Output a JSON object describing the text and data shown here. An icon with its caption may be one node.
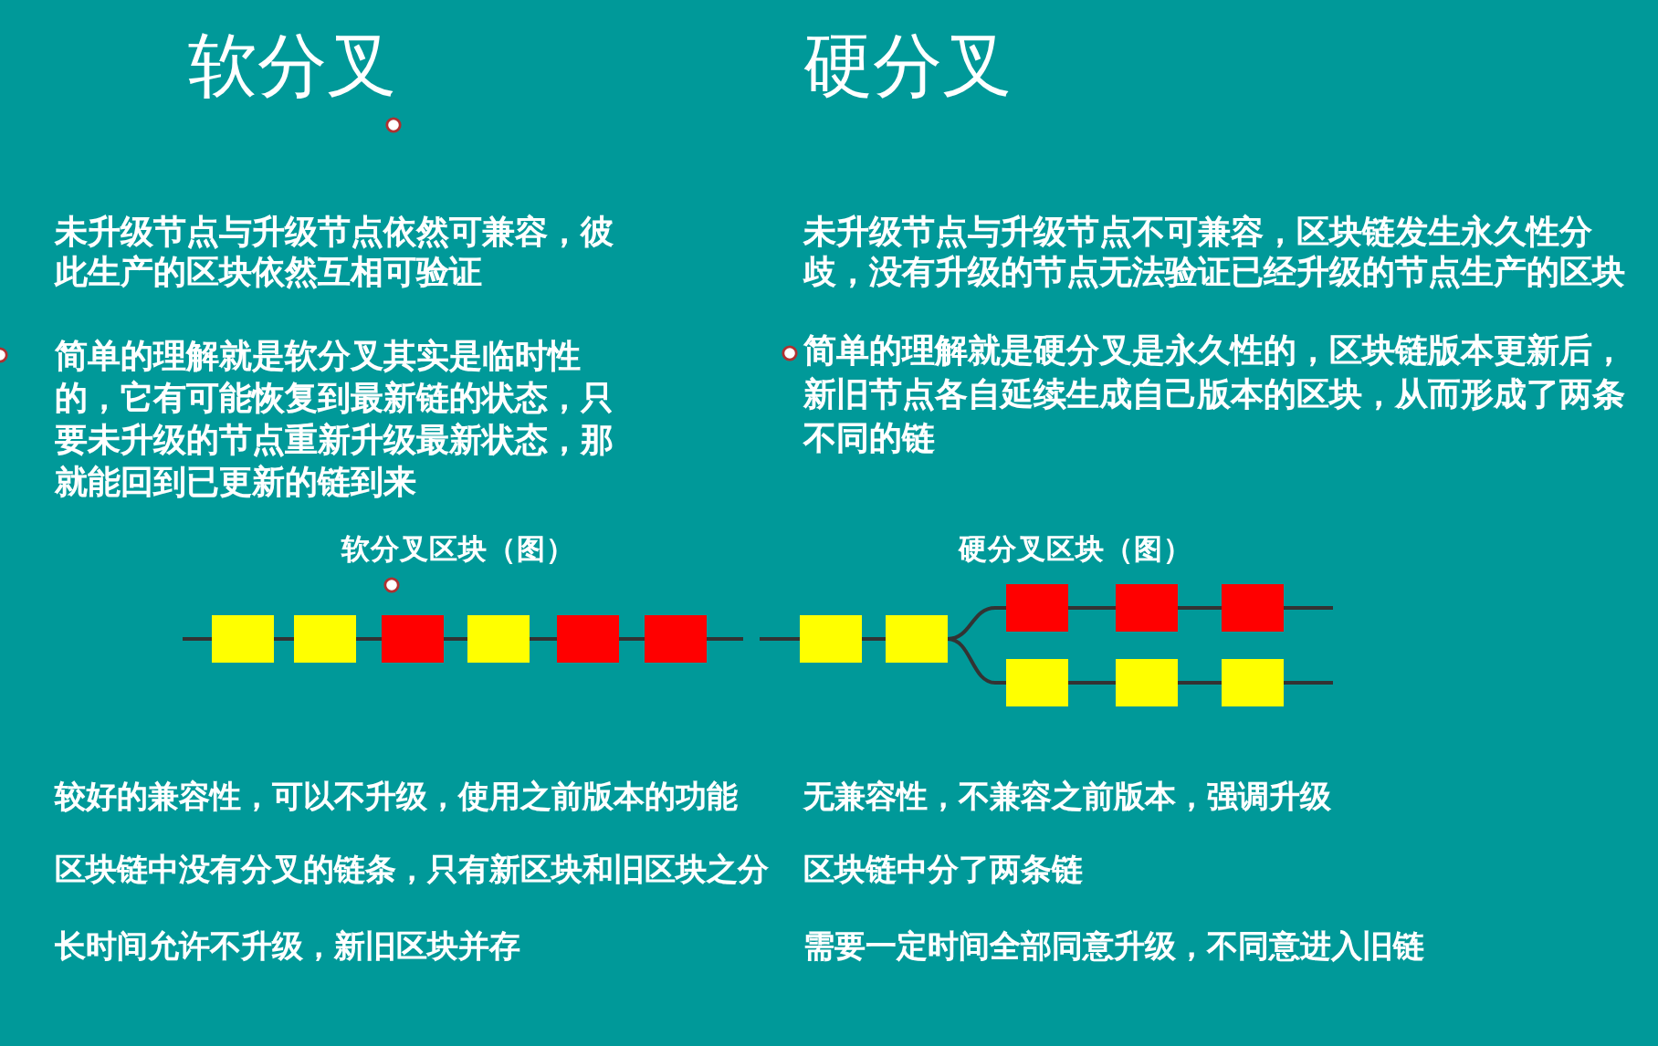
{
  "diagram": {
    "nodes": [
      {
        "text": [],
        "shape": "box"
      },
      {
        "text": [],
        "shape": "box"
      },
      {
        "text": [],
        "shape": "box"
      },
      {
        "text": [],
        "shape": "box"
      },
      {
        "text": [],
        "shape": "box"
      },
      {
        "text": [],
        "shape": "box"
      },
      {
        "text": [],
        "shape": "box"
      },
      {
        "text": [],
        "shape": "box"
      },
      {
        "text": [],
        "shape": "box"
      },
      {
        "text": [],
        "shape": "box"
      },
      {
        "text": [],
        "shape": "box"
      },
      {
        "text": [],
        "shape": "box"
      },
      {
        "text": [],
        "shape": "box"
      },
      {
        "text": [],
        "shape": "box"
      }
    ],
    "edges": [
      {
        "from": null,
        "to": 0,
        "arrow": "none"
      },
      {
        "from": 0,
        "to": 1,
        "arrow": "none"
      },
      {
        "from": 1,
        "to": 2,
        "arrow": "none"
      },
      {
        "from": 2,
        "to": 3,
        "arrow": "none"
      },
      {
        "from": 3,
        "to": 4,
        "arrow": "none"
      },
      {
        "from": 4,
        "to": 5,
        "arrow": "none"
      },
      {
        "from": 5,
        "to": null,
        "arrow": "none"
      },
      {
        "from": null,
        "to": 6,
        "arrow": "none"
      },
      {
        "from": 6,
        "to": 7,
        "arrow": "none"
      },
      {
        "from": 7,
        "to": 8,
        "arrow": "none"
      },
      {
        "from": 7,
        "to": 11,
        "arrow": "none"
      },
      {
        "from": 8,
        "to": 9,
        "arrow": "none"
      },
      {
        "from": 9,
        "to": 10,
        "arrow": "none"
      },
      {
        "from": 10,
        "to": null,
        "arrow": "none"
      },
      {
        "from": 11,
        "to": 12,
        "arrow": "none"
      },
      {
        "from": 12,
        "to": 13,
        "arrow": "none"
      },
      {
        "from": 13,
        "to": null,
        "arrow": "none"
      }
    ],
    "labels": [
      "软分叉",
      "硬分叉",
      "未升级节点与升级节点依然可兼容，彼此生产的区块依然互相可验证",
      "未升级节点与升级节点不可兼容，区块链发生永久性分歧，没有升级的节点无法验证已经升级的节点生产的区块",
      "简单的理解就是软分叉其实是临时性的，它有可能恢复到最新链的状态，只要未升级的节点重新升级最新状态，那就能回到已更新的链到来",
      "简单的理解就是硬分叉是永久性的，区块链版本更新后，新旧节点各自延续生成自己版本的区块，从而形成了两条不同的链",
      "软分叉区块（图）",
      "硬分叉区块（图）",
      "较好的兼容性，可以不升级，使用之前版本的功能",
      "无兼容性，不兼容之前版本，强调升级",
      "区块链中没有分叉的链条，只有新区块和旧区块之分",
      "区块链中分了两条链",
      "长时间允许不升级，新旧区块并存",
      "需要一定时间全部同意升级，不同意进入旧链"
    ]
  }
}
